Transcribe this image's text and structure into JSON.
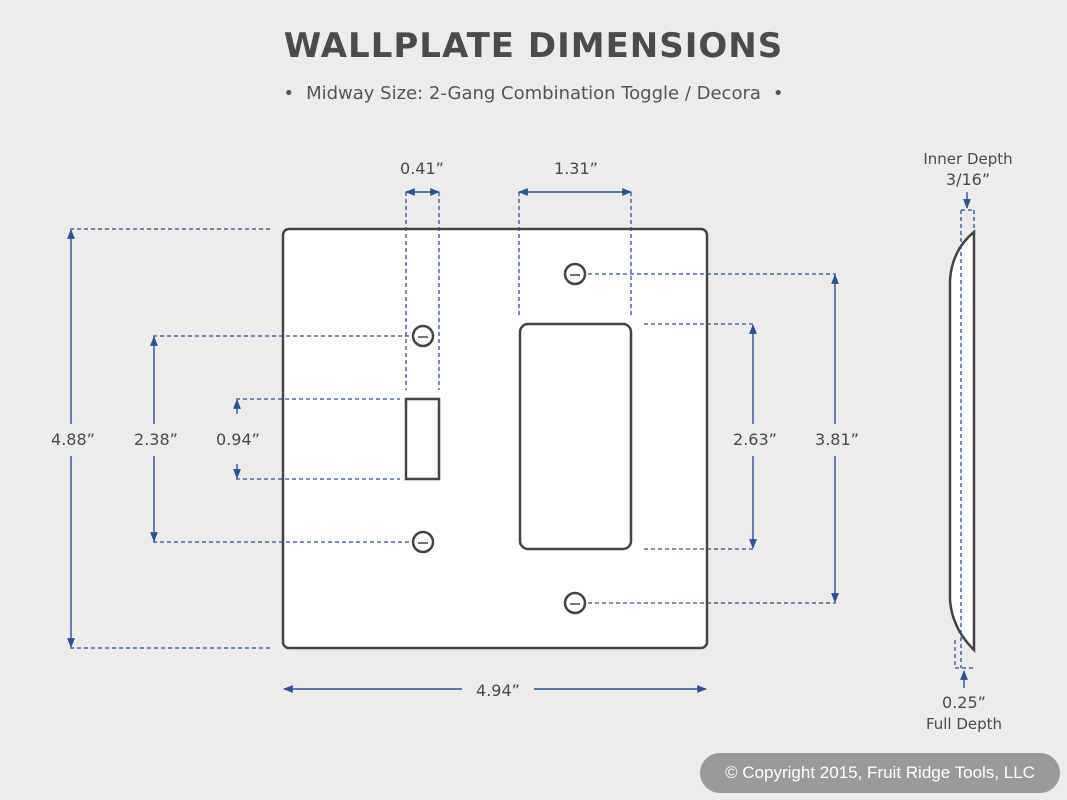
{
  "header": {
    "title": "WALLPLATE DIMENSIONS",
    "subtitle": "Midway Size: 2-Gang Combination Toggle / Decora",
    "bullet": "•"
  },
  "dimensions": {
    "toggle_opening_width": "0.41”",
    "decora_opening_width": "1.31”",
    "plate_height": "4.88”",
    "toggle_screw_spacing": "2.38”",
    "toggle_opening_height": "0.94”",
    "decora_opening_height": "2.63”",
    "decora_screw_spacing": "3.81”",
    "plate_width": "4.94”"
  },
  "side_view": {
    "inner_depth_label": "Inner Depth",
    "inner_depth_value": "3/16”",
    "full_depth_value": "0.25”",
    "full_depth_label": "Full Depth"
  },
  "footer": {
    "copyright": "© Copyright 2015, Fruit Ridge Tools, LLC"
  },
  "colors": {
    "dimension_line": "#2c4f9a",
    "outline": "#444444",
    "background": "#ececec"
  }
}
